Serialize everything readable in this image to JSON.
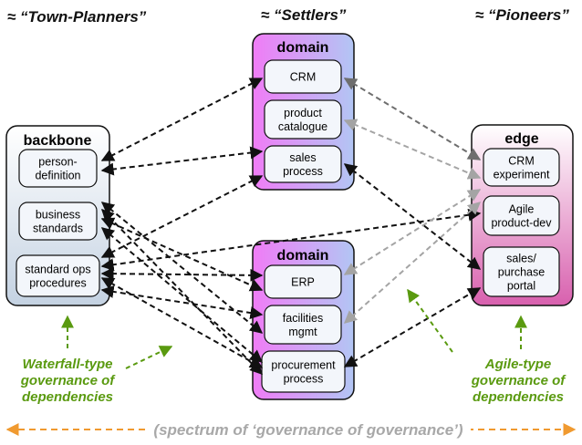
{
  "headers": {
    "left": "≈ “Town-Planners”",
    "middle": "≈ “Settlers”",
    "right": "≈ “Pioneers”"
  },
  "groups": {
    "backbone": {
      "title": "backbone",
      "items": [
        "person-\ndefinition",
        "business\nstandards",
        "standard ops\nprocedures"
      ]
    },
    "domain_top": {
      "title": "domain",
      "items": [
        "CRM",
        "product\ncatalogue",
        "sales\nprocess"
      ]
    },
    "domain_bottom": {
      "title": "domain",
      "items": [
        "ERP",
        "facilities\nmgmt",
        "procurement\nprocess"
      ]
    },
    "edge": {
      "title": "edge",
      "items": [
        "CRM\nexperiment",
        "Agile\nproduct-dev",
        "sales/\npurchase\nportal"
      ]
    }
  },
  "annotations": {
    "left": "Waterfall-type\ngovernance of\ndependencies",
    "right": "Agile-type\ngovernance of\ndependencies",
    "spectrum": "(spectrum of ‘governance of governance’)"
  },
  "colors": {
    "backbone_fill": "#d6e0ec",
    "domain_fill": "#d6a4f4",
    "edge_fill": "#e48cc4",
    "black_arrow": "#111111",
    "gray_arrow": "#a4a4a4",
    "dark_gray_arrow": "#6e6e6e",
    "green": "#5a9a10",
    "orange": "#f09a30"
  }
}
